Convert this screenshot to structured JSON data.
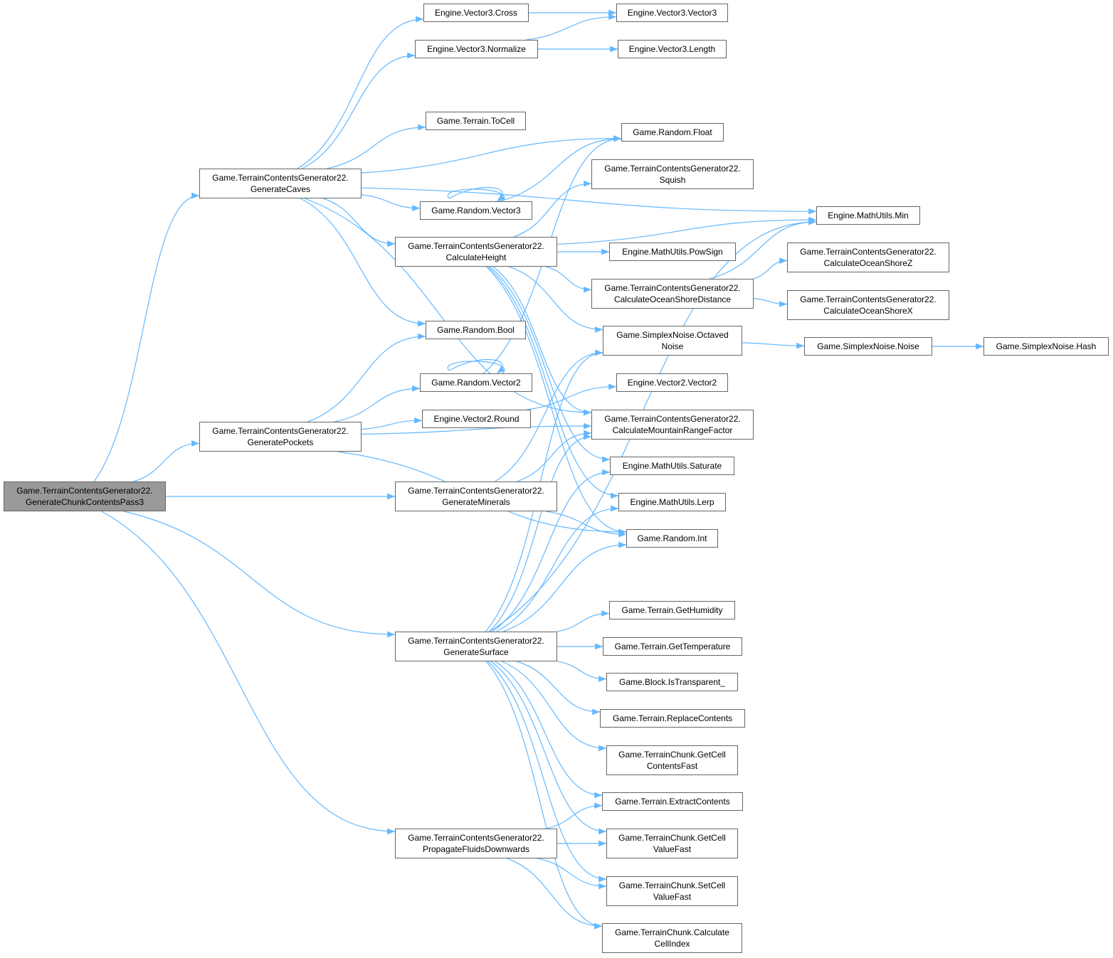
{
  "colors": {
    "edge": "#63b8ff",
    "border": "#666666",
    "root_fill": "#999999"
  },
  "nodes": [
    {
      "id": "root",
      "lines": [
        "Game.TerrainContentsGenerator22.",
        "GenerateChunkContentsPass3"
      ]
    },
    {
      "id": "caves",
      "lines": [
        "Game.TerrainContentsGenerator22.",
        "GenerateCaves"
      ]
    },
    {
      "id": "pockets",
      "lines": [
        "Game.TerrainContentsGenerator22.",
        "GeneratePockets"
      ]
    },
    {
      "id": "minerals",
      "lines": [
        "Game.TerrainContentsGenerator22.",
        "GenerateMinerals"
      ]
    },
    {
      "id": "surface",
      "lines": [
        "Game.TerrainContentsGenerator22.",
        "GenerateSurface"
      ]
    },
    {
      "id": "propagate",
      "lines": [
        "Game.TerrainContentsGenerator22.",
        "PropagateFluidsDownwards"
      ]
    },
    {
      "id": "v3cross",
      "lines": [
        "Engine.Vector3.Cross"
      ]
    },
    {
      "id": "v3norm",
      "lines": [
        "Engine.Vector3.Normalize"
      ]
    },
    {
      "id": "tocell",
      "lines": [
        "Game.Terrain.ToCell"
      ]
    },
    {
      "id": "rndv3",
      "lines": [
        "Game.Random.Vector3"
      ]
    },
    {
      "id": "calcheight",
      "lines": [
        "Game.TerrainContentsGenerator22.",
        "CalculateHeight"
      ]
    },
    {
      "id": "rndbool",
      "lines": [
        "Game.Random.Bool"
      ]
    },
    {
      "id": "rndv2",
      "lines": [
        "Game.Random.Vector2"
      ]
    },
    {
      "id": "v2round",
      "lines": [
        "Engine.Vector2.Round"
      ]
    },
    {
      "id": "v3v3",
      "lines": [
        "Engine.Vector3.Vector3"
      ]
    },
    {
      "id": "v3len",
      "lines": [
        "Engine.Vector3.Length"
      ]
    },
    {
      "id": "rndfloat",
      "lines": [
        "Game.Random.Float"
      ]
    },
    {
      "id": "squish",
      "lines": [
        "Game.TerrainContentsGenerator22.",
        "Squish"
      ]
    },
    {
      "id": "powsign",
      "lines": [
        "Engine.MathUtils.PowSign"
      ]
    },
    {
      "id": "oceandist",
      "lines": [
        "Game.TerrainContentsGenerator22.",
        "CalculateOceanShoreDistance"
      ]
    },
    {
      "id": "octnoise",
      "lines": [
        "Game.SimplexNoise.Octaved",
        "Noise"
      ]
    },
    {
      "id": "v2v2",
      "lines": [
        "Engine.Vector2.Vector2"
      ]
    },
    {
      "id": "mountain",
      "lines": [
        "Game.TerrainContentsGenerator22.",
        "CalculateMountainRangeFactor"
      ]
    },
    {
      "id": "saturate",
      "lines": [
        "Engine.MathUtils.Saturate"
      ]
    },
    {
      "id": "lerp",
      "lines": [
        "Engine.MathUtils.Lerp"
      ]
    },
    {
      "id": "rndint",
      "lines": [
        "Game.Random.Int"
      ]
    },
    {
      "id": "humidity",
      "lines": [
        "Game.Terrain.GetHumidity"
      ]
    },
    {
      "id": "temperature",
      "lines": [
        "Game.Terrain.GetTemperature"
      ]
    },
    {
      "id": "transparent",
      "lines": [
        "Game.Block.IsTransparent_"
      ]
    },
    {
      "id": "replace",
      "lines": [
        "Game.Terrain.ReplaceContents"
      ]
    },
    {
      "id": "getcontents",
      "lines": [
        "Game.TerrainChunk.GetCell",
        "ContentsFast"
      ]
    },
    {
      "id": "extract",
      "lines": [
        "Game.Terrain.ExtractContents"
      ]
    },
    {
      "id": "getvalue",
      "lines": [
        "Game.TerrainChunk.GetCell",
        "ValueFast"
      ]
    },
    {
      "id": "setvalue",
      "lines": [
        "Game.TerrainChunk.SetCell",
        "ValueFast"
      ]
    },
    {
      "id": "cellindex",
      "lines": [
        "Game.TerrainChunk.Calculate",
        "CellIndex"
      ]
    },
    {
      "id": "min",
      "lines": [
        "Engine.MathUtils.Min"
      ]
    },
    {
      "id": "shorez",
      "lines": [
        "Game.TerrainContentsGenerator22.",
        "CalculateOceanShoreZ"
      ]
    },
    {
      "id": "shorex",
      "lines": [
        "Game.TerrainContentsGenerator22.",
        "CalculateOceanShoreX"
      ]
    },
    {
      "id": "noise",
      "lines": [
        "Game.SimplexNoise.Noise"
      ]
    },
    {
      "id": "hash",
      "lines": [
        "Game.SimplexNoise.Hash"
      ]
    }
  ],
  "edges": [
    [
      "root",
      "caves"
    ],
    [
      "root",
      "pockets"
    ],
    [
      "root",
      "minerals"
    ],
    [
      "root",
      "surface"
    ],
    [
      "root",
      "propagate"
    ],
    [
      "caves",
      "v3cross"
    ],
    [
      "caves",
      "v3norm"
    ],
    [
      "caves",
      "tocell"
    ],
    [
      "caves",
      "rndfloat"
    ],
    [
      "caves",
      "rndv3"
    ],
    [
      "caves",
      "calcheight"
    ],
    [
      "caves",
      "rndbool"
    ],
    [
      "caves",
      "min"
    ],
    [
      "caves",
      "mountain"
    ],
    [
      "v3cross",
      "v3v3"
    ],
    [
      "v3norm",
      "v3v3"
    ],
    [
      "v3norm",
      "v3len"
    ],
    [
      "rndv3",
      "rndv3"
    ],
    [
      "rndv3",
      "rndfloat"
    ],
    [
      "rndv2",
      "rndv2"
    ],
    [
      "rndv2",
      "rndfloat"
    ],
    [
      "calcheight",
      "squish"
    ],
    [
      "calcheight",
      "min"
    ],
    [
      "calcheight",
      "powsign"
    ],
    [
      "calcheight",
      "oceandist"
    ],
    [
      "calcheight",
      "octnoise"
    ],
    [
      "calcheight",
      "mountain"
    ],
    [
      "calcheight",
      "saturate"
    ],
    [
      "calcheight",
      "lerp"
    ],
    [
      "calcheight",
      "rndint"
    ],
    [
      "oceandist",
      "min"
    ],
    [
      "oceandist",
      "shorez"
    ],
    [
      "oceandist",
      "shorex"
    ],
    [
      "octnoise",
      "noise"
    ],
    [
      "noise",
      "hash"
    ],
    [
      "pockets",
      "rndbool"
    ],
    [
      "pockets",
      "rndv2"
    ],
    [
      "pockets",
      "v2round"
    ],
    [
      "pockets",
      "mountain"
    ],
    [
      "pockets",
      "rndint"
    ],
    [
      "v2round",
      "v2v2"
    ],
    [
      "minerals",
      "octnoise"
    ],
    [
      "minerals",
      "mountain"
    ],
    [
      "minerals",
      "rndint"
    ],
    [
      "surface",
      "min"
    ],
    [
      "surface",
      "octnoise"
    ],
    [
      "surface",
      "mountain"
    ],
    [
      "surface",
      "saturate"
    ],
    [
      "surface",
      "lerp"
    ],
    [
      "surface",
      "rndint"
    ],
    [
      "surface",
      "humidity"
    ],
    [
      "surface",
      "temperature"
    ],
    [
      "surface",
      "transparent"
    ],
    [
      "surface",
      "replace"
    ],
    [
      "surface",
      "getcontents"
    ],
    [
      "surface",
      "extract"
    ],
    [
      "surface",
      "getvalue"
    ],
    [
      "surface",
      "setvalue"
    ],
    [
      "surface",
      "cellindex"
    ],
    [
      "propagate",
      "extract"
    ],
    [
      "propagate",
      "getvalue"
    ],
    [
      "propagate",
      "setvalue"
    ],
    [
      "propagate",
      "cellindex"
    ]
  ]
}
